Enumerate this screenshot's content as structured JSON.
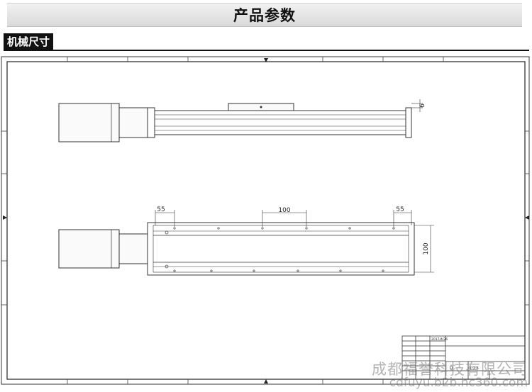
{
  "header": {
    "title": "产品参数"
  },
  "section": {
    "label": "机械尺寸"
  },
  "drawing": {
    "side_view": {
      "height_dim": "6"
    },
    "top_view": {
      "dim_left": "55",
      "dim_center": "100",
      "dim_right": "55",
      "dim_width": "100"
    },
    "title_block": {
      "date": "2017/4/26",
      "part_code": "D",
      "scale_text": "1:2.5"
    }
  },
  "watermark": {
    "company": "成都福誉科技有限公司",
    "url": "cdfuyu.b2b.hc360.com"
  }
}
